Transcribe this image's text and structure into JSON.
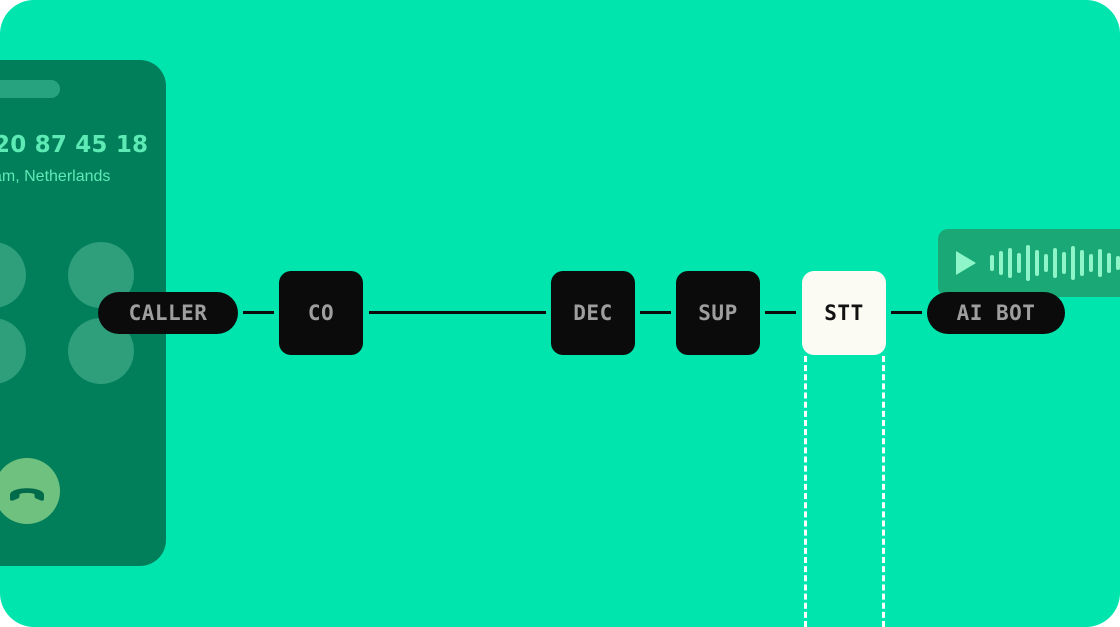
{
  "phone": {
    "number": "20 87 45 18",
    "location": "am, Netherlands",
    "end_call_icon": "phone-hangup-icon"
  },
  "pipeline": {
    "caller": "CALLER",
    "co": "CO",
    "dec": "DEC",
    "sup": "SUP",
    "stt": "STT",
    "ai_bot": "AI BOT"
  },
  "audio": {
    "play_icon": "play-icon",
    "waveform_icon": "waveform-icon"
  },
  "colors": {
    "background": "#00E4AE",
    "phone_panel": "#007F5A",
    "node": "#0B0B0B",
    "node_text": "#9E9E9E",
    "active_node": "#FBFBF3",
    "audio_card": "#1AA877",
    "waveform": "#8DF5C7"
  }
}
